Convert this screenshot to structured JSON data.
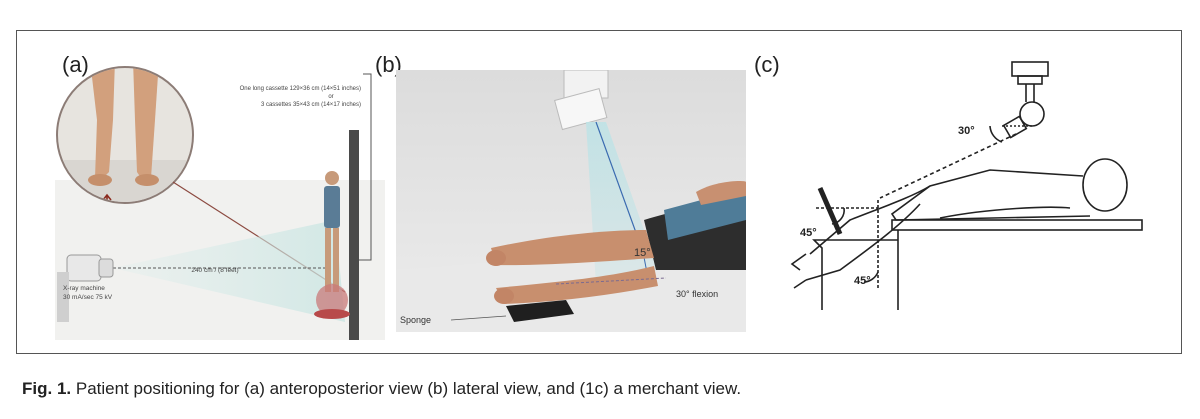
{
  "panels": {
    "a": {
      "label": "(a)",
      "cassette_line1": "One long cassette 129×36 cm (14×51 inches)",
      "cassette_or": "or",
      "cassette_line2": "3 cassettes 35×43 cm (14×17 inches)",
      "distance": "240 cm / (8 feet)",
      "xray_line1": "X-ray machine",
      "xray_line2": "30 mA/sec 75 kV"
    },
    "b": {
      "label": "(b)",
      "angle": "15°",
      "flexion": "30° flexion",
      "sponge": "Sponge"
    },
    "c": {
      "label": "(c)",
      "angle_top": "30°",
      "angle_left": "45°",
      "angle_bottom": "45°"
    }
  },
  "caption": {
    "fig": "Fig. 1.",
    "text": "Patient positioning for (a) anteroposterior view (b) lateral view, and (1c) a merchant view."
  }
}
